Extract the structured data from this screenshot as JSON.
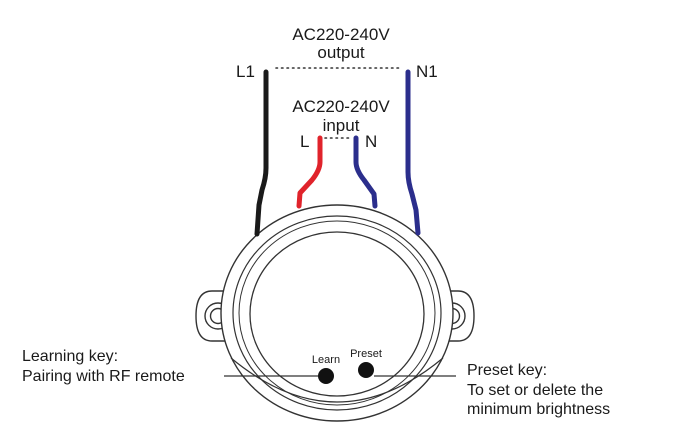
{
  "output": {
    "voltage": "AC220-240V",
    "label": "output",
    "left_terminal": "L1",
    "right_terminal": "N1"
  },
  "input": {
    "voltage": "AC220-240V",
    "label": "input",
    "left_terminal": "L",
    "right_terminal": "N"
  },
  "buttons": {
    "learn_label": "Learn",
    "preset_label": "Preset"
  },
  "callouts": {
    "learning_title": "Learning key:",
    "learning_desc": "Pairing with RF remote",
    "preset_title": "Preset key:",
    "preset_desc_1": "To set or delete the",
    "preset_desc_2": "minimum brightness"
  },
  "colors": {
    "wire_black": "#1a1a1a",
    "wire_red": "#e0232b",
    "wire_blue": "#2b2e8c",
    "outline": "#333333"
  }
}
